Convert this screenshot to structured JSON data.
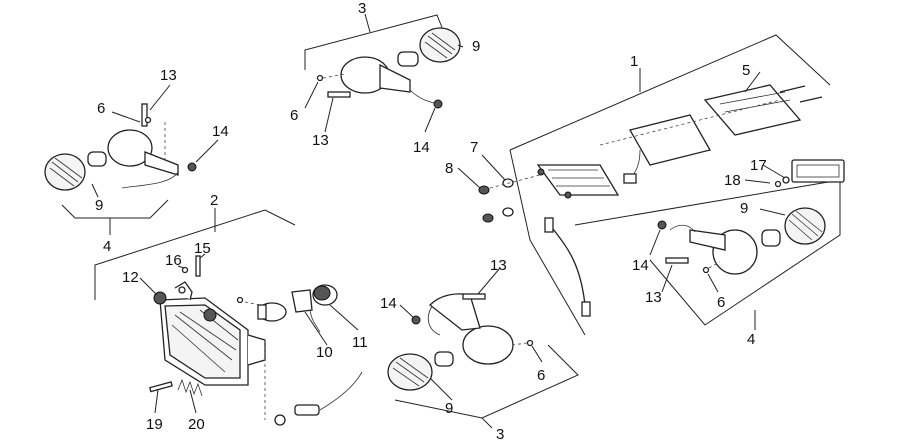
{
  "diagram": {
    "callouts": {
      "c1": "1",
      "c2": "2",
      "c3a": "3",
      "c3b": "3",
      "c4a": "4",
      "c4b": "4",
      "c5": "5",
      "c6a": "6",
      "c6b": "6",
      "c6c": "6",
      "c6d": "6",
      "c7": "7",
      "c8": "8",
      "c9a": "9",
      "c9b": "9",
      "c9c": "9",
      "c9d": "9",
      "c10": "10",
      "c11": "11",
      "c12": "12",
      "c13a": "13",
      "c13b": "13",
      "c13c": "13",
      "c13d": "13",
      "c14a": "14",
      "c14b": "14",
      "c14c": "14",
      "c14d": "14",
      "c15": "15",
      "c16": "16",
      "c17": "17",
      "c18": "18",
      "c19": "19",
      "c20": "20"
    }
  }
}
